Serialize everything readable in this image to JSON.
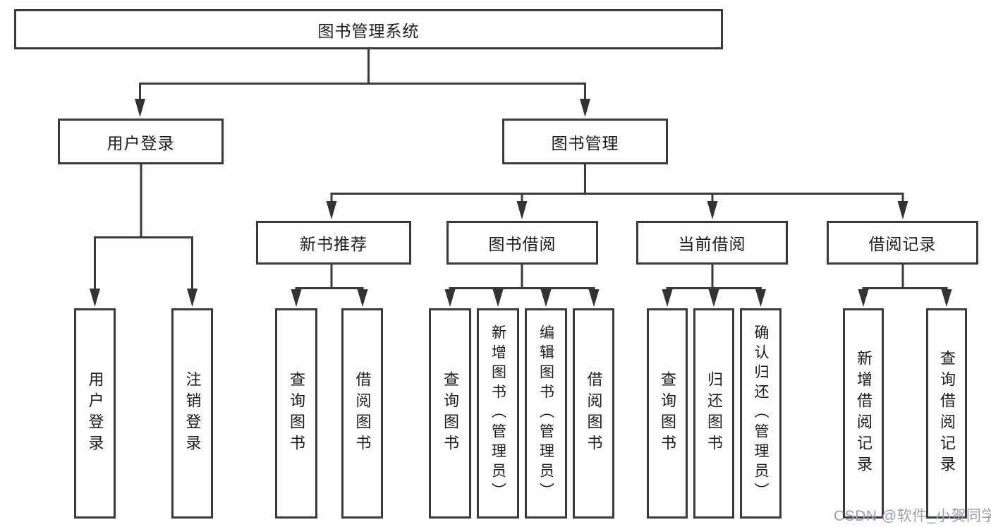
{
  "diagram": {
    "root": {
      "label": "图书管理系统"
    },
    "branches": {
      "user": {
        "label": "用户登录",
        "children": [
          {
            "label": "用户登录"
          },
          {
            "label": "注销登录"
          }
        ]
      },
      "book": {
        "label": "图书管理",
        "sections": [
          {
            "label": "新书推荐",
            "children": [
              {
                "label": "查询图书"
              },
              {
                "label": "借阅图书"
              }
            ]
          },
          {
            "label": "图书借阅",
            "children": [
              {
                "label": "查询图书"
              },
              {
                "label": "新增图书（管理员）"
              },
              {
                "label": "编辑图书（管理员）"
              },
              {
                "label": "借阅图书"
              }
            ]
          },
          {
            "label": "当前借阅",
            "children": [
              {
                "label": "查询图书"
              },
              {
                "label": "归还图书"
              },
              {
                "label": "确认归还（管理员）"
              }
            ]
          },
          {
            "label": "借阅记录",
            "children": [
              {
                "label": "新增借阅记录"
              },
              {
                "label": "查询借阅记录"
              }
            ]
          }
        ]
      }
    },
    "line_color": "#3a3a3a",
    "box_background": "#ffffff",
    "text_color": "#1c1c1c"
  },
  "watermark": {
    "text": "CSDN @软件_小贺同学",
    "color": "#9aa2a8"
  }
}
